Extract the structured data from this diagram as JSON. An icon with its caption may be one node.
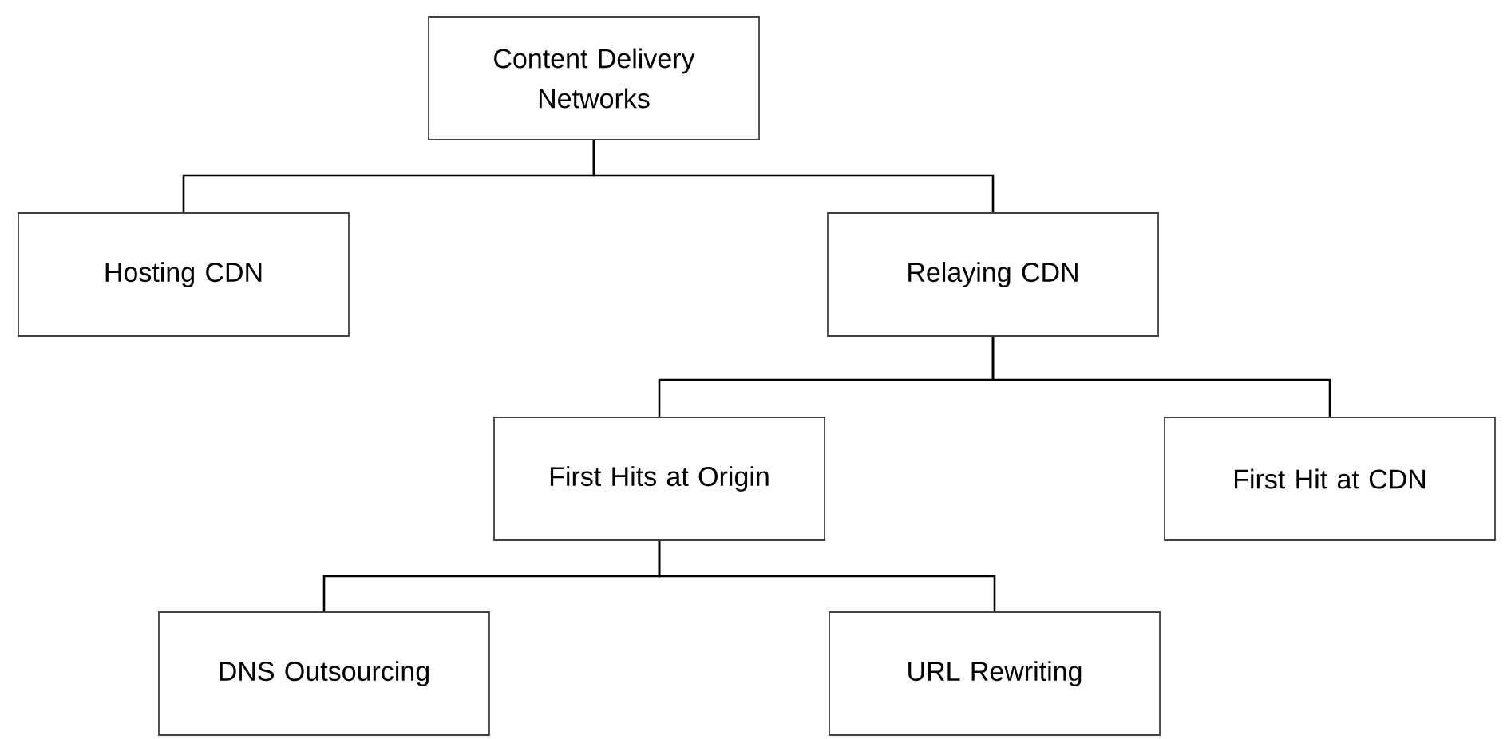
{
  "diagram": {
    "nodes": [
      {
        "text": [
          "Content Delivery Networks"
        ]
      },
      {
        "text": [
          "Hosting CDN"
        ]
      },
      {
        "text": [
          "Relaying CDN"
        ]
      },
      {
        "text": [
          "First Hits at Origin"
        ]
      },
      {
        "text": [
          "First Hit at CDN"
        ]
      },
      {
        "text": [
          "DNS Outsourcing"
        ]
      },
      {
        "text": [
          "URL Rewriting"
        ]
      }
    ],
    "edges": [
      {
        "from": 0,
        "to": 1,
        "arrow": "none"
      },
      {
        "from": 0,
        "to": 2,
        "arrow": "none"
      },
      {
        "from": 2,
        "to": 3,
        "arrow": "none"
      },
      {
        "from": 2,
        "to": 4,
        "arrow": "none"
      },
      {
        "from": 3,
        "to": 5,
        "arrow": "none"
      },
      {
        "from": 3,
        "to": 6,
        "arrow": "none"
      }
    ]
  }
}
